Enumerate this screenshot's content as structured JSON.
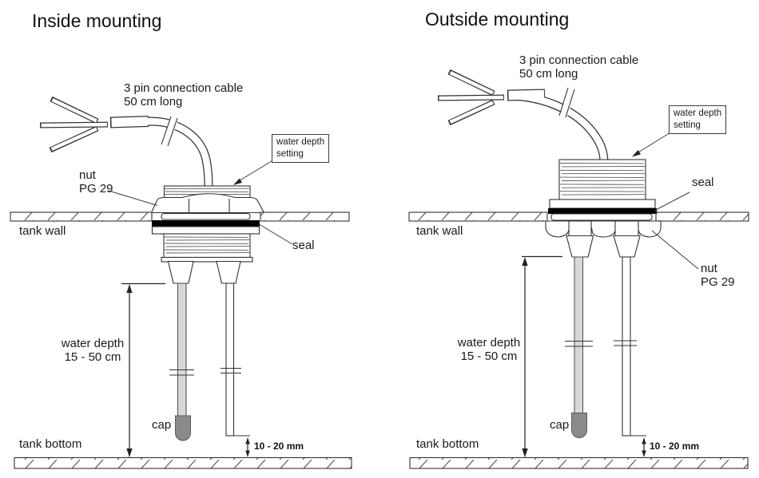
{
  "colors": {
    "line": "#333333",
    "seal": "#000000",
    "rod": "#d8d8d8",
    "cap": "#8a8a8a",
    "text": "#1a1a1a",
    "background": "#ffffff"
  },
  "panels": [
    {
      "title": "Inside mounting",
      "labels": {
        "cable": "3 pin connection cable\n50 cm long",
        "water_depth_setting": "water depth\nsetting",
        "nut": "nut\nPG 29",
        "tank_wall": "tank wall",
        "seal": "seal",
        "water_depth": "water depth\n15 - 50 cm",
        "cap": "cap",
        "bottom_gap": "10 - 20 mm",
        "tank_bottom": "tank bottom"
      }
    },
    {
      "title": "Outside mounting",
      "labels": {
        "cable": "3 pin connection cable\n50 cm long",
        "water_depth_setting": "water depth\nsetting",
        "nut": "nut\nPG 29",
        "tank_wall": "tank wall",
        "seal": "seal",
        "water_depth": "water depth\n15 - 50 cm",
        "cap": "cap",
        "bottom_gap": "10 - 20 mm",
        "tank_bottom": "tank bottom"
      }
    }
  ]
}
